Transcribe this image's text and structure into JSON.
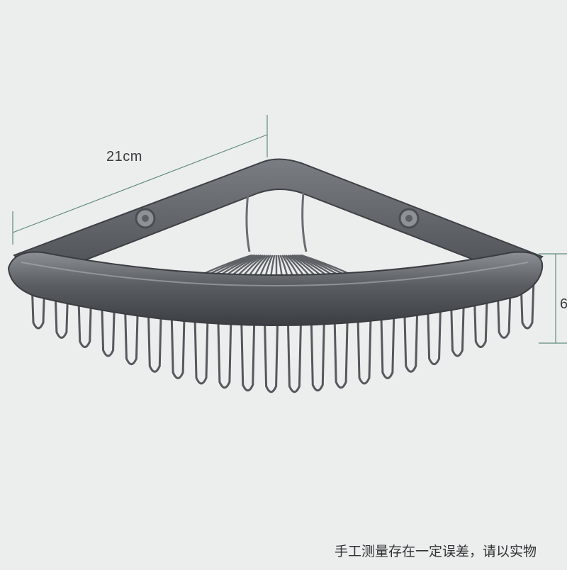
{
  "dimensions": {
    "width_label": "21cm",
    "height_label": "6"
  },
  "note": "手工测量存在一定误差，请以实物",
  "colors": {
    "background": "#eceeed",
    "metal_dark": "#4a4d52",
    "metal_light": "#8a8e93",
    "dimension_line": "#5f8a7e"
  }
}
